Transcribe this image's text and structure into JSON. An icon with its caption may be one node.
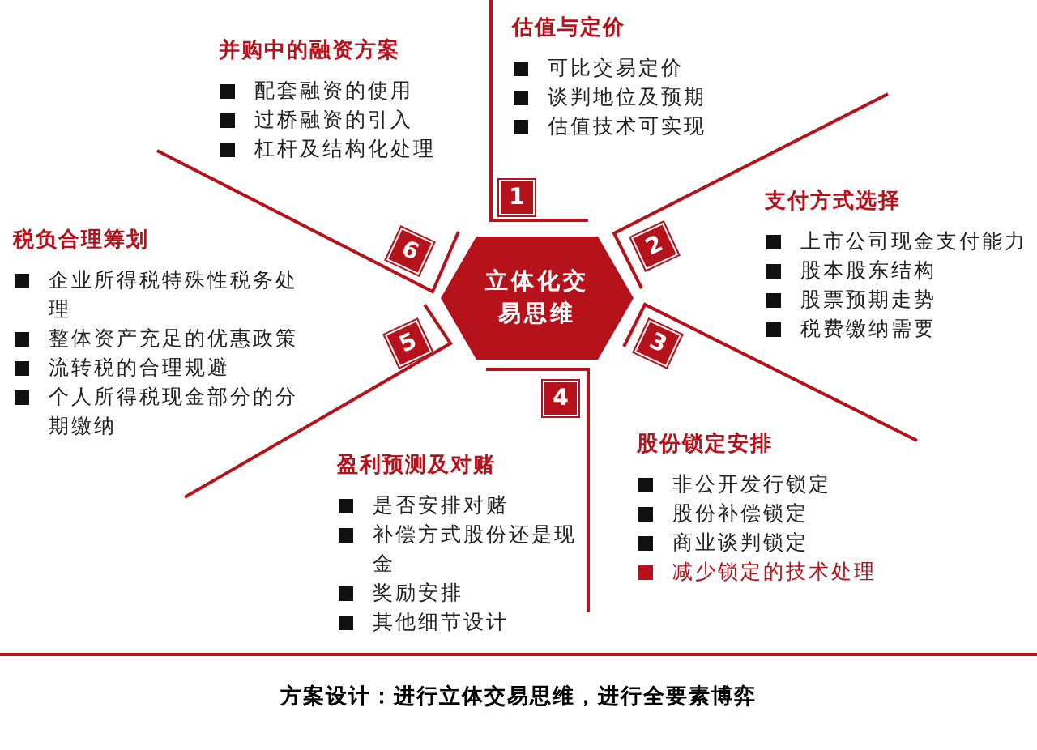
{
  "diagram": {
    "caption": "方案设计：进行立体交易思维，进行全要素博弈",
    "nodes": [
      {
        "text": [
          "立体化交易思维"
        ]
      },
      {
        "text": [
          "1"
        ]
      },
      {
        "text": [
          "2"
        ]
      },
      {
        "text": [
          "3"
        ]
      },
      {
        "text": [
          "4"
        ]
      },
      {
        "text": [
          "5"
        ]
      },
      {
        "text": [
          "6"
        ]
      }
    ],
    "labels": [
      "估值与定价",
      "可比交易定价",
      "谈判地位及预期",
      "估值技术可实现",
      "支付方式选择",
      "上市公司现金支付能力",
      "股本股东结构",
      "股票预期走势",
      "税费缴纳需要",
      "股份锁定安排",
      "非公开发行锁定",
      "股份补偿锁定",
      "商业谈判锁定",
      "减少锁定的技术处理",
      "盈利预测及对赌",
      "是否安排对赌",
      "补偿方式股份还是现金",
      "奖励安排",
      "其他细节设计",
      "税负合理筹划",
      "企业所得税特殊性税务处理",
      "整体资产充足的优惠政策",
      "流转税的合理规避",
      "个人所得税现金部分的分期缴纳",
      "并购中的融资方案",
      "配套融资的使用",
      "过桥融资的引入",
      "杠杆及结构化处理"
    ]
  }
}
